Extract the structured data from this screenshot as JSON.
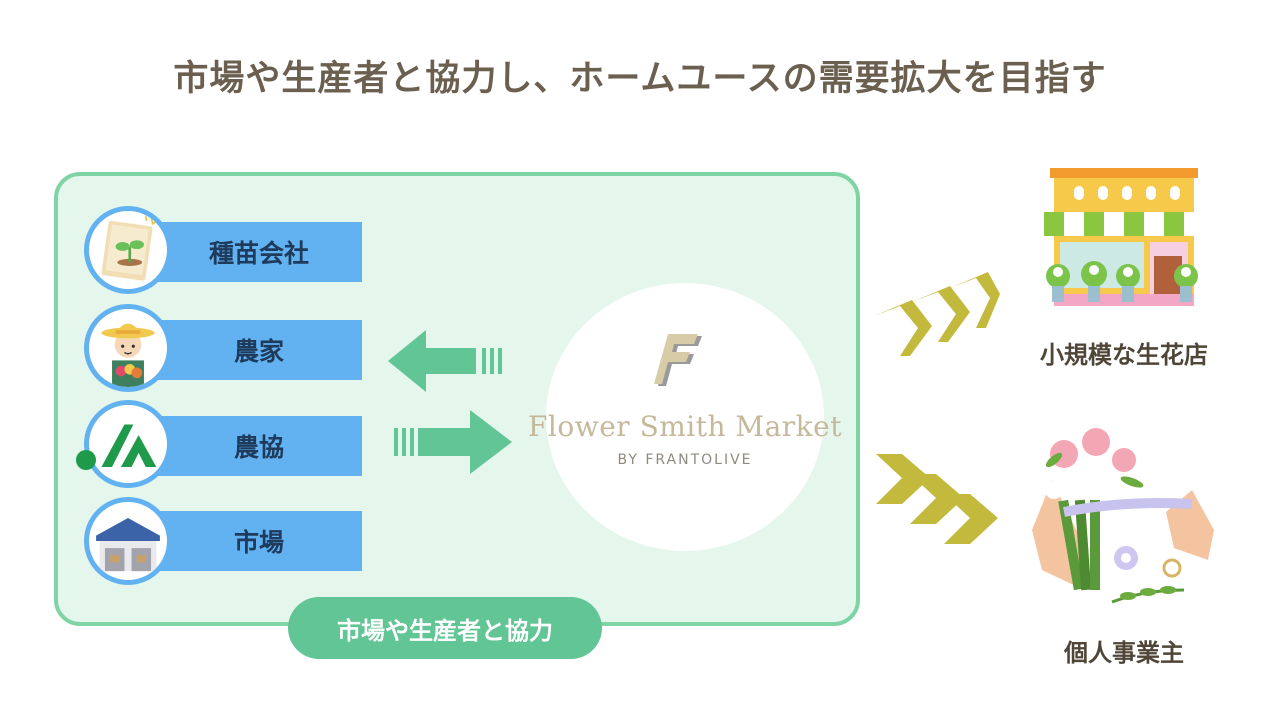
{
  "title": "市場や生産者と協力し、ホームユースの需要拡大を目指す",
  "partners": [
    {
      "label": "種苗会社",
      "icon": "seed-packet-icon"
    },
    {
      "label": "農家",
      "icon": "farmer-icon"
    },
    {
      "label": "農協",
      "icon": "ja-logo-icon"
    },
    {
      "label": "市場",
      "icon": "warehouse-icon"
    }
  ],
  "panel_label": "市場や生産者と協力",
  "brand": {
    "name": "Flower Smith Market",
    "sub": "BY FRANTOLIVE"
  },
  "destinations": [
    {
      "label": "小規模な生花店",
      "icon": "flower-shop-icon"
    },
    {
      "label": "個人事業主",
      "icon": "bouquet-hands-icon"
    }
  ],
  "colors": {
    "panel_border": "#7fd4a6",
    "panel_bg": "#e5f6ec",
    "label_blue": "#62b2f2",
    "arrow_green": "#62c596",
    "chevron_olive": "#c2b93d",
    "title": "#6b5f4f"
  }
}
